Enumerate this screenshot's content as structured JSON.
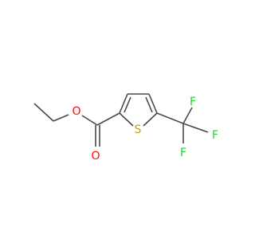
{
  "molecule": {
    "atoms": {
      "o_carbonyl": {
        "symbol": "O"
      },
      "o_ester": {
        "symbol": "O"
      },
      "sulfur": {
        "symbol": "S"
      },
      "f_top": {
        "symbol": "F"
      },
      "f_right": {
        "symbol": "F"
      },
      "f_bottom": {
        "symbol": "F"
      }
    },
    "colors": {
      "bond": "#4a4a4a",
      "oxygen": "#ff0d0d",
      "sulfur": "#c8a000",
      "fluorine": "#33cc33"
    }
  }
}
